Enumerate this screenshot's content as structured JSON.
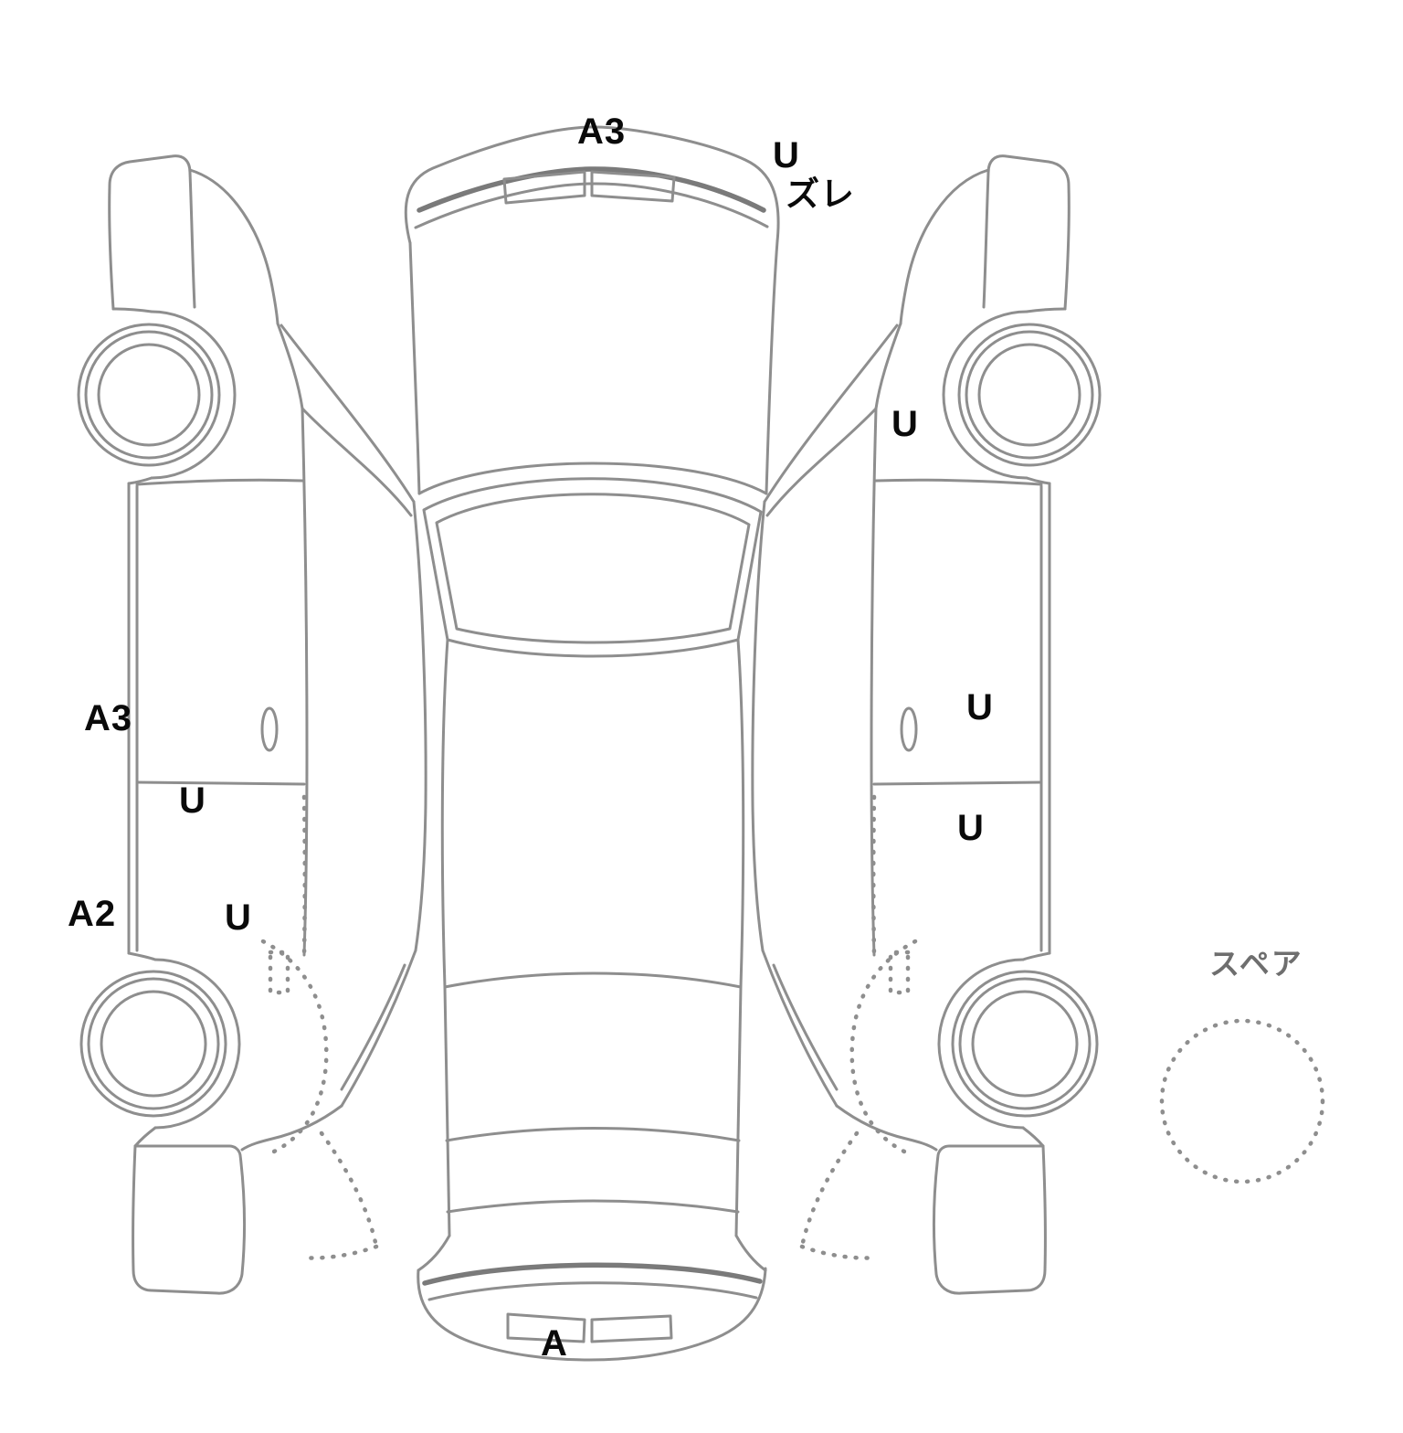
{
  "diagram": {
    "type": "vehicle-damage-inspection-diagram",
    "marks": {
      "front_bumper": "A3",
      "front_right_corner": "U",
      "front_right_misalign": "ズレ",
      "right_front_fender": "U",
      "left_side": "A3",
      "right_front_door": "U",
      "left_front_door": "U",
      "right_rear_door": "U",
      "left_rear_corner": "A2",
      "left_rear_door": "U",
      "rear_bumper": "A",
      "spare_label": "スペア"
    },
    "colors": {
      "line": "#8e8e8e",
      "line_dark": "#7a7a7a",
      "mark_text": "#0a0a0a",
      "spare_text": "#6e6e6e"
    }
  }
}
